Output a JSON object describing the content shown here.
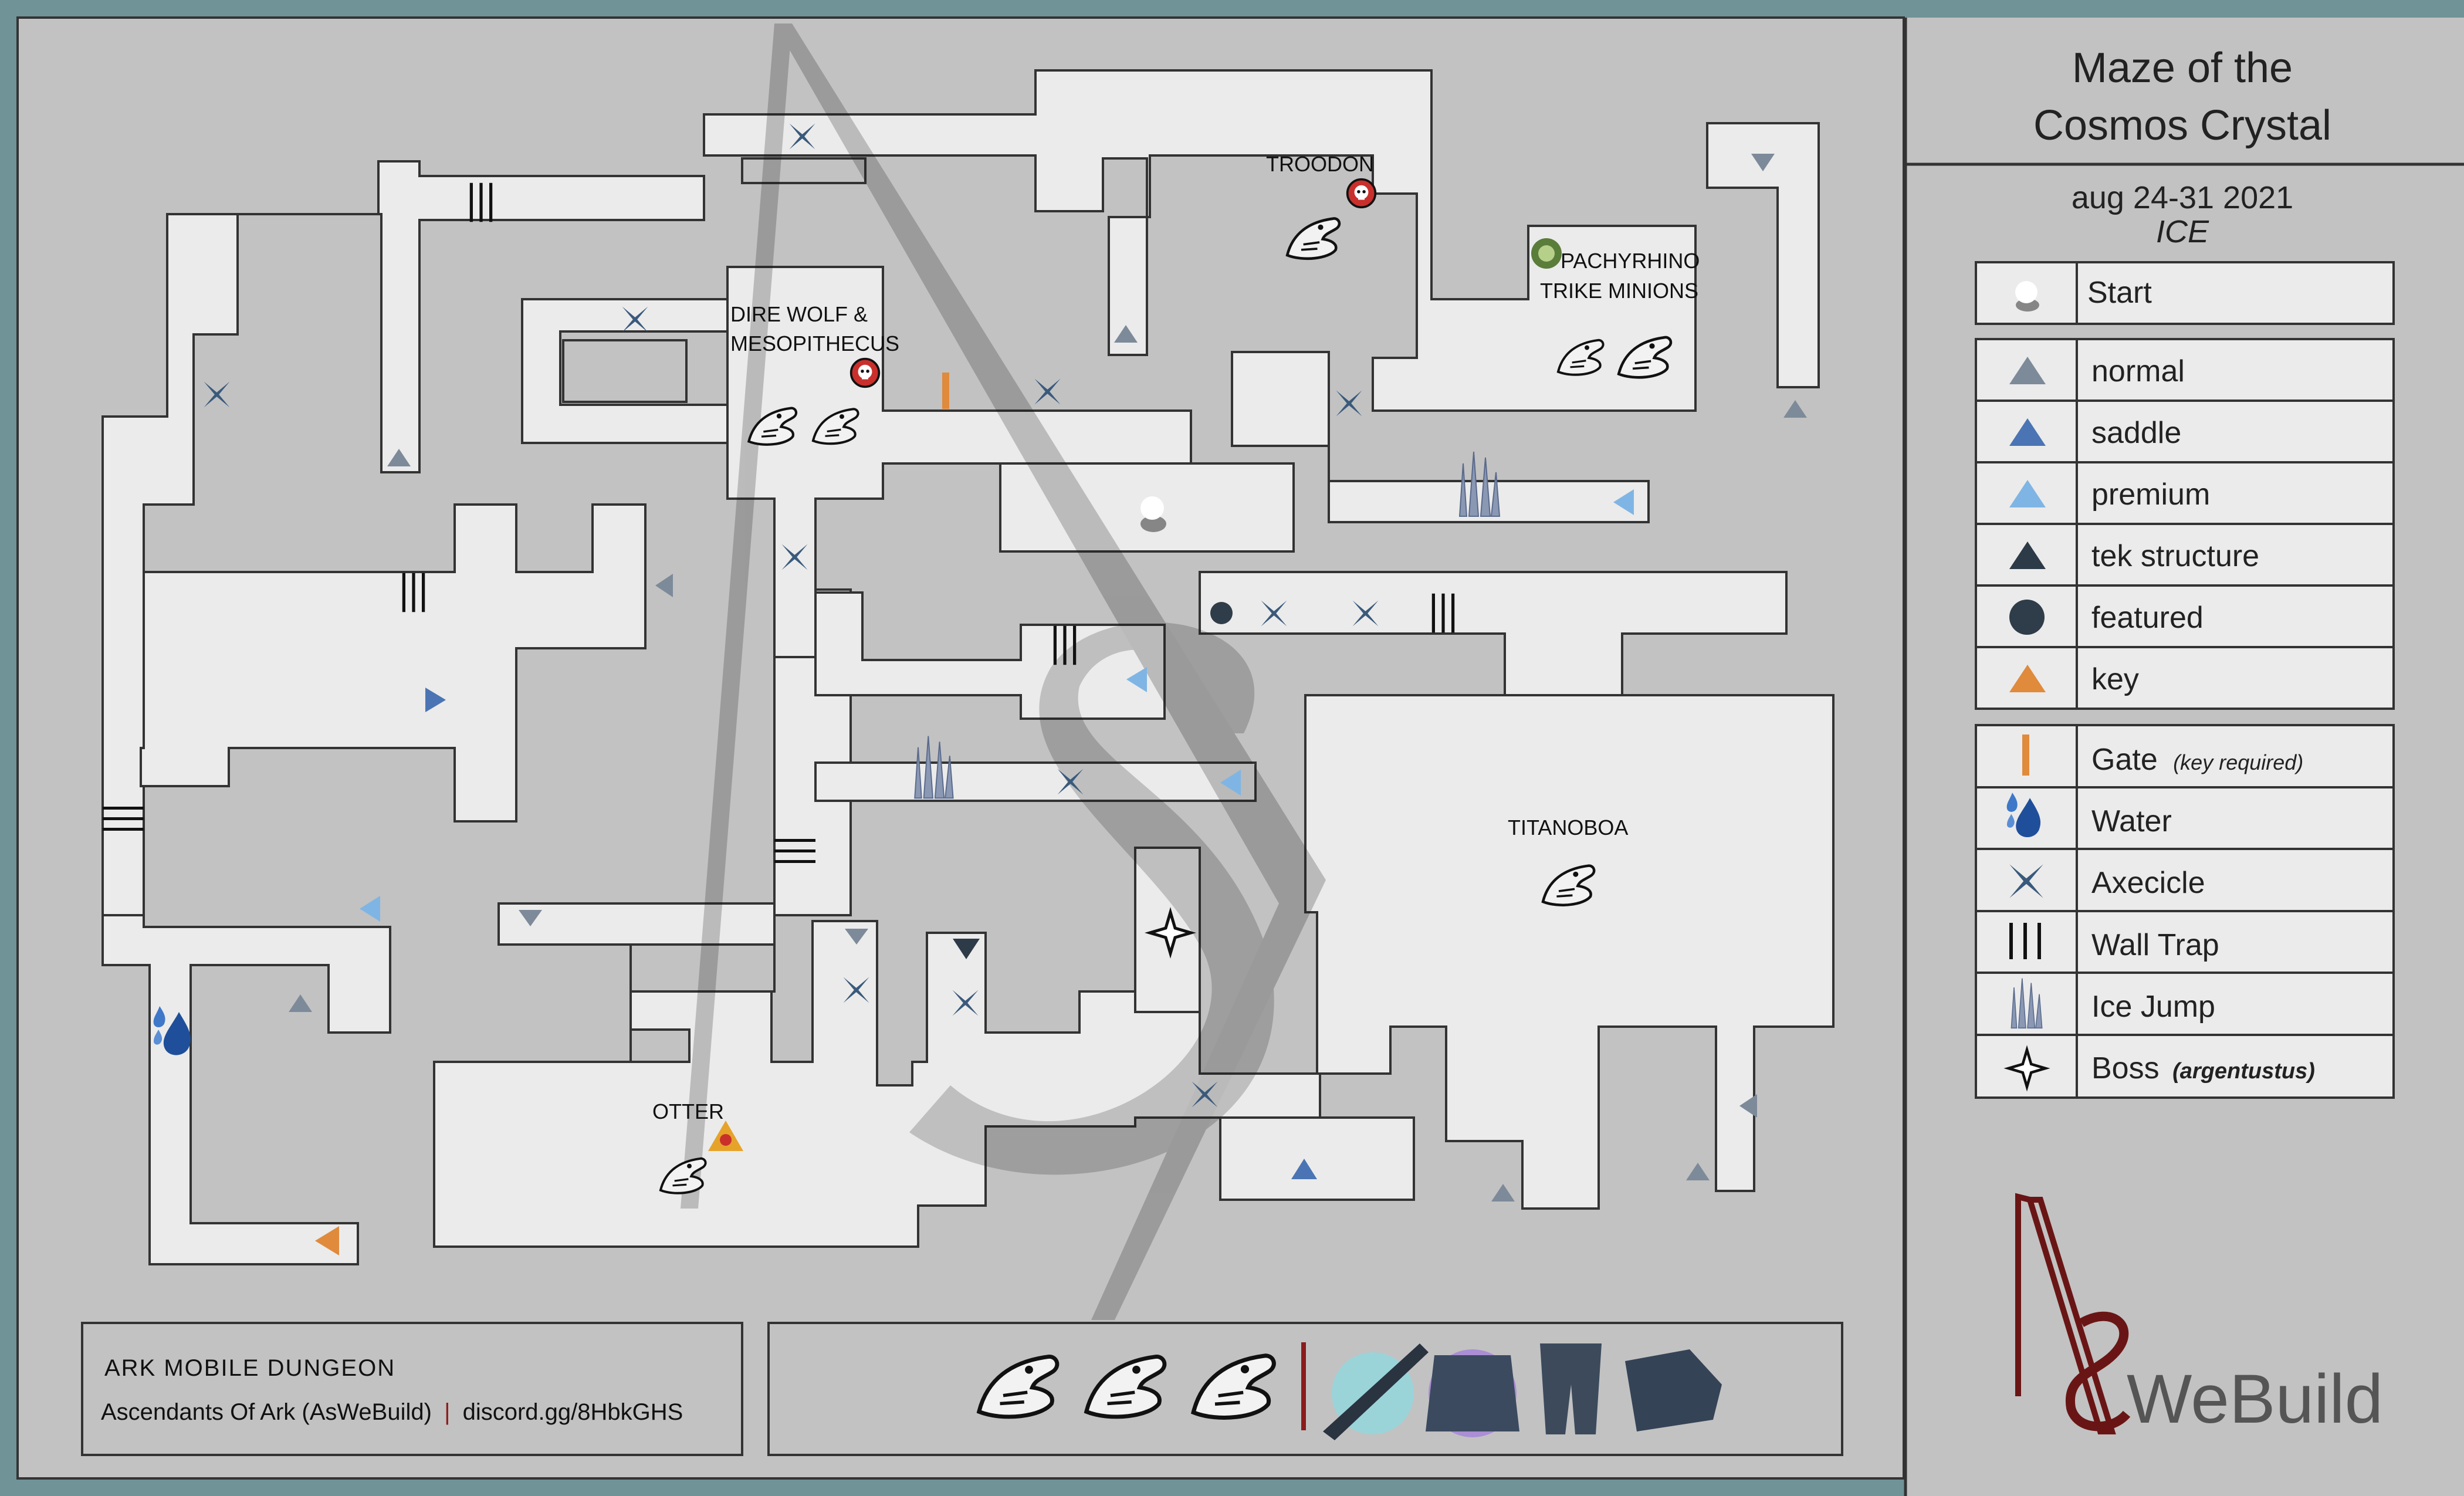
{
  "title": {
    "line1": "Maze of the",
    "line2": "Cosmos Crystal"
  },
  "event": {
    "dates": "aug 24-31 2021",
    "theme": "ICE"
  },
  "legend": {
    "start": "Start",
    "normal": "normal",
    "saddle": "saddle",
    "premium": "premium",
    "tek_structure": "tek structure",
    "featured": "featured",
    "key": "key",
    "gate": "Gate",
    "gate_note": "(key required)",
    "water": "Water",
    "axecicle": "Axecicle",
    "wall_trap": "Wall Trap",
    "ice_jump": "Ice Jump",
    "boss": "Boss",
    "boss_note": "(argentustus)"
  },
  "colors": {
    "background": "#6f9396",
    "panel": "#c2c2c2",
    "corridor": "#ebebeb",
    "normal": "#7d8a99",
    "saddle": "#4a74b4",
    "premium": "#7fb5e4",
    "tek_structure": "#2d3a48",
    "featured": "#2f3c49",
    "key": "#e08a3c"
  },
  "map_labels": {
    "troodon": "TROODON",
    "pachyrhino": "PACHYRHINO",
    "trike_minions": "TRIKE MINIONS",
    "dire_wolf": "DIRE WOLF &",
    "mesopithecus": "MESOPITHECUS",
    "titanoboa": "TITANOBOA",
    "otter": "OTTER"
  },
  "footer": {
    "heading": "ARK MOBILE DUNGEON",
    "credit": "Ascendants Of Ark (AsWeBuild)",
    "separator": "|",
    "discord": "discord.gg/8HbkGHS"
  },
  "brand": {
    "logo_text": "WeBuild",
    "logo_letters": "AS"
  },
  "rewards": [
    "troodon-head-icon",
    "otter-head-icon",
    "manta-head-icon",
    "tek-rifle-icon",
    "tek-chestpiece-icon",
    "tek-leggings-icon",
    "tek-boots-icon"
  ]
}
